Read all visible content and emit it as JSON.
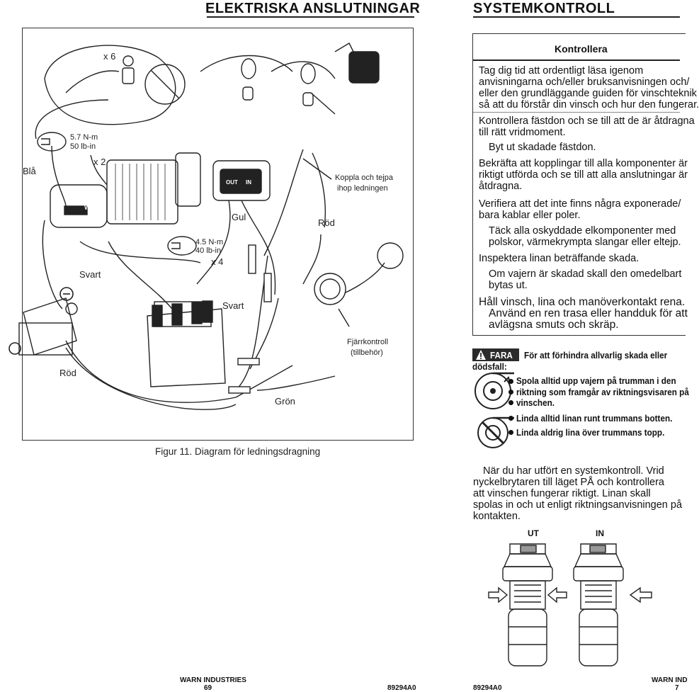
{
  "header": {
    "left_title": "ELEKTRISKA ANSLUTNINGAR",
    "right_title": "SYSTEMKONTROLL"
  },
  "diagram": {
    "labels": {
      "x6": "x 6",
      "torque1_nm": "5.7 N-m",
      "torque1_lb": "50 lb-in",
      "x2": "x 2",
      "bla": "Blå",
      "out": "OUT",
      "in": "IN",
      "koppla_line1": "Koppla och tejpa",
      "koppla_line2": "ihop ledningen",
      "gul": "Gul",
      "rod_top": "Röd",
      "torque2_nm": "4.5 N-m",
      "torque2_lb": "40 lb-in",
      "x4": "x 4",
      "svart_left": "Svart",
      "svart_mid": "Svart",
      "fjarr_line1": "Fjärrkontroll",
      "fjarr_line2": "(tillbehör)",
      "rod_bottom": "Röd",
      "gron": "Grön",
      "warn_brand": "WARN"
    },
    "caption": "Figur 11. Diagram för ledningsdragning"
  },
  "kontrollera": {
    "title": "Kontrollera",
    "p1": [
      "Tag dig tid att ordentligt läsa igenom",
      "anvisningarna och/eller bruksanvisningen och/",
      "eller den grundläggande guiden för vinschteknik",
      "så att du förstår din vinsch och hur den fungerar."
    ],
    "p2": [
      "Kontrollera fästdon och se till att de är åtdragna",
      "till rätt vridmoment."
    ],
    "p2_sub": "Byt ut skadade fästdon.",
    "p3": [
      "Bekräfta att kopplingar till alla komponenter är",
      "riktigt utförda och se till att alla anslutningar är",
      "åtdragna."
    ],
    "p4": [
      "Verifiera att det inte finns några exponerade/",
      "bara kablar eller poler."
    ],
    "p4_sub": [
      "Täck alla oskyddade elkomponenter med",
      "polskor, värmekrympta slangar eller eltejp."
    ],
    "p5": "Inspektera linan beträffande skada.",
    "p5_sub": [
      "Om vajern är skadad skall den omedelbart",
      "bytas ut."
    ],
    "p6": "Håll vinsch, lina och manöverkontakt rena.",
    "p6_sub": [
      "Använd en ren trasa eller handduk för att",
      "avlägsna smuts och skräp."
    ]
  },
  "warning": {
    "badge": "FARA",
    "heading_line1": "För att förhindra allvarlig skada eller",
    "heading_line2": "dödsfall:",
    "item1": [
      "Spola alltid upp vajern på trumman i den",
      "riktning som framgår av riktningsvisaren på",
      "vinschen."
    ],
    "item2": "Linda alltid linan runt trummans botten.",
    "item3": "Linda aldrig lina över trummans topp."
  },
  "systemcheck": {
    "lines": [
      "När du har utfört en systemkontroll.  Vrid",
      "nyckelbrytaren till läget PÅ och kontrollera",
      "att vinschen fungerar riktigt.  Linan skall",
      "spolas in och ut enligt riktningsanvisningen på",
      "kontakten."
    ],
    "label_ut": "UT",
    "label_in": "IN"
  },
  "footer": {
    "left_brand": "WARN INDUSTRIES",
    "left_page": "69",
    "left_code": "89294A0",
    "right_code": "89294A0",
    "right_brand": "WARN IND",
    "right_page": "7"
  },
  "colors": {
    "ink": "#111111",
    "banner_bg": "#2b2b2b",
    "line_gray": "#bdbdbd"
  },
  "icons": [
    "torque-wrench-icon",
    "battery-plus-icon",
    "battery-minus-icon",
    "warning-triangle-icon",
    "drum-spool-icon",
    "arrow-right-icon",
    "arrow-left-icon"
  ]
}
